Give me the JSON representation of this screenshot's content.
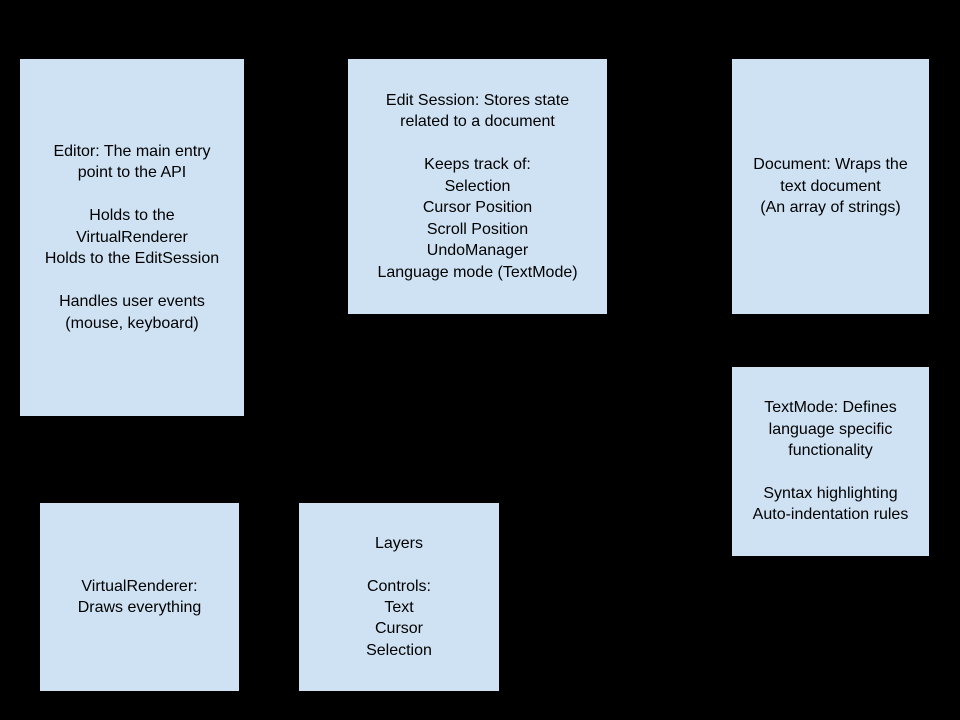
{
  "diagram": {
    "description": "Editor API architecture diagram",
    "colors": {
      "background": "#000000",
      "box_fill": "#cfe2f3",
      "box_border": "#000000",
      "text": "#000000"
    }
  },
  "boxes": {
    "editor": {
      "text": "Editor: The main entry\npoint to the API\n\nHolds to the\nVirtualRenderer\nHolds to the EditSession\n\nHandles user events\n(mouse, keyboard)"
    },
    "edit_session": {
      "text": "Edit Session: Stores state\nrelated to a document\n\nKeeps track of:\nSelection\nCursor Position\nScroll Position\nUndoManager\nLanguage mode (TextMode)"
    },
    "document": {
      "text": "Document: Wraps the\ntext document\n(An array of strings)"
    },
    "textmode": {
      "text": "TextMode: Defines\nlanguage specific\nfunctionality\n\nSyntax highlighting\nAuto-indentation rules"
    },
    "virtualrenderer": {
      "text": "VirtualRenderer:\nDraws everything"
    },
    "layers": {
      "text": "Layers\n\nControls:\nText\nCursor\nSelection"
    }
  }
}
